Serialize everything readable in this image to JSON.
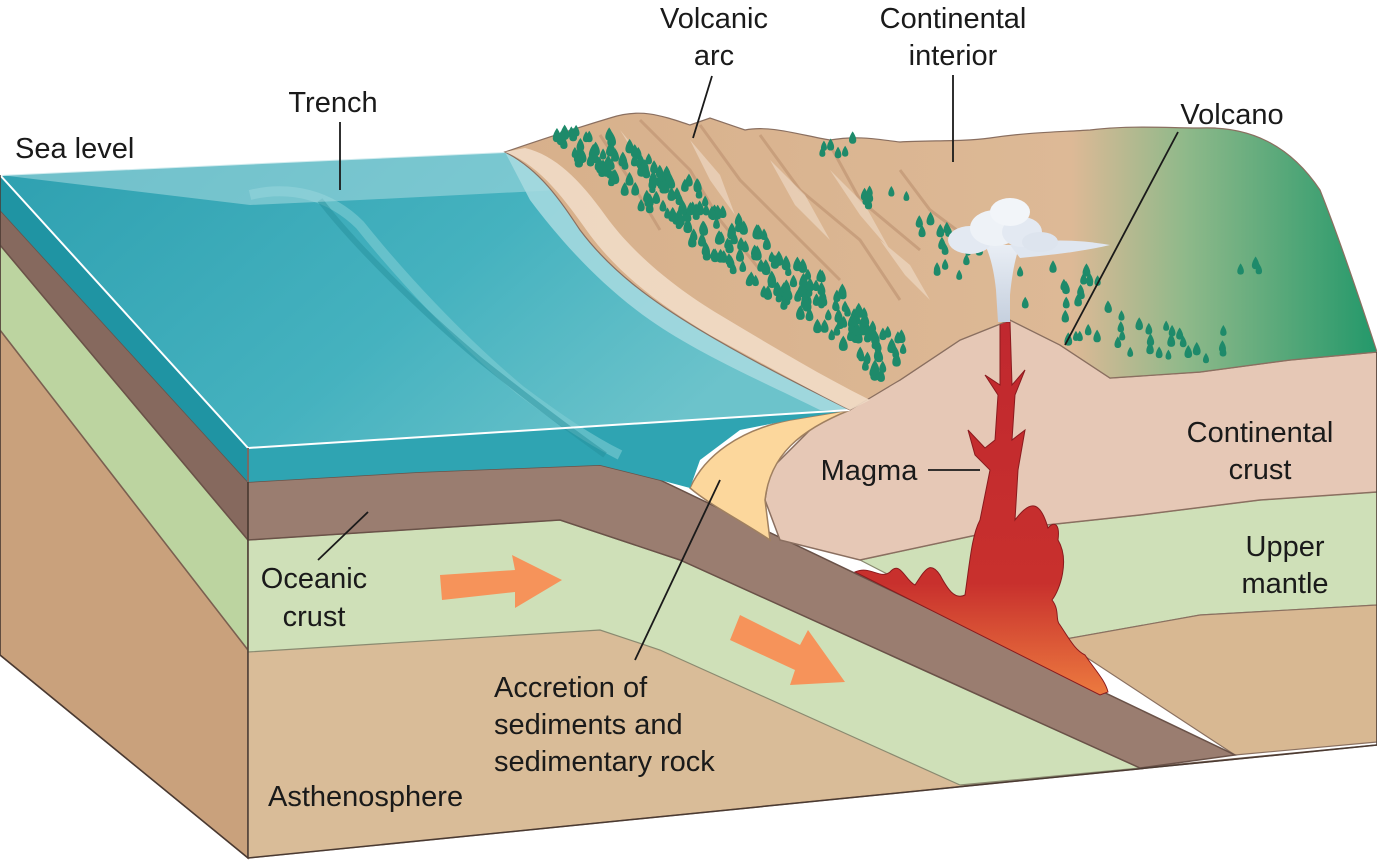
{
  "labels": {
    "sea_level": "Sea level",
    "trench": "Trench",
    "volcanic_arc_1": "Volcanic",
    "volcanic_arc_2": "arc",
    "continental_interior_1": "Continental",
    "continental_interior_2": "interior",
    "volcano": "Volcano",
    "continental_crust_1": "Continental",
    "continental_crust_2": "crust",
    "magma": "Magma",
    "upper_mantle_1": "Upper",
    "upper_mantle_2": "mantle",
    "oceanic_crust_1": "Oceanic",
    "oceanic_crust_2": "crust",
    "accretion_1": "Accretion of",
    "accretion_2": "sediments and",
    "accretion_3": "sedimentary rock",
    "asthenosphere": "Asthenosphere"
  },
  "colors": {
    "ocean": "#3aaab8",
    "ocean_light": "#a8dbe0",
    "oceanic_crust": "#9a7d70",
    "upper_mantle": "#cfe0b8",
    "asthenosphere": "#d8b892",
    "continental_crust": "#e6c8b6",
    "sediment": "#fcd79c",
    "magma": "#be2a30",
    "arrow": "#f6935a",
    "forest": "#239a6a",
    "tree": "#1e8a6a",
    "land": "#d9b18c",
    "steam": "#dfe6f0"
  }
}
